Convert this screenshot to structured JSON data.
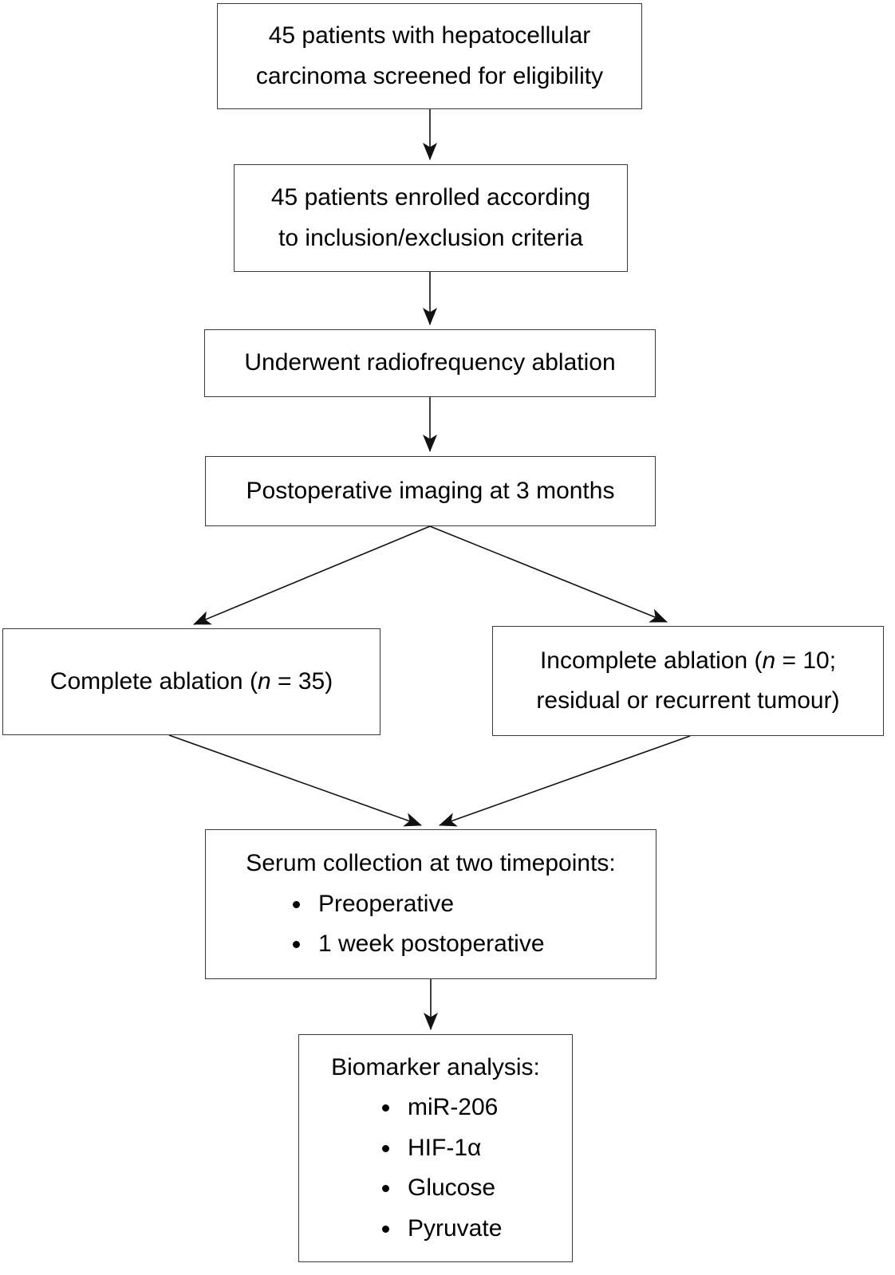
{
  "colors": {
    "background": "#ffffff",
    "box_border": "#3a3a3a",
    "text": "#000000",
    "arrow": "#111111"
  },
  "flowchart": {
    "nodes": {
      "screened": {
        "lines": [
          "45 patients with hepatocellular",
          "carcinoma screened for eligibility"
        ]
      },
      "enrolled": {
        "lines": [
          "45 patients enrolled according",
          "to inclusion/exclusion criteria"
        ]
      },
      "rfa": {
        "text": "Underwent radiofrequency ablation"
      },
      "imaging": {
        "text": "Postoperative imaging at 3 months"
      },
      "complete": {
        "pre": "Complete ablation (",
        "variable": "n",
        "post": " = 35)"
      },
      "incomplete": {
        "line1_pre": "Incomplete ablation (",
        "variable": "n",
        "line1_post": " = 10;",
        "line2": "residual or recurrent tumour)"
      },
      "serum": {
        "heading": "Serum collection at two timepoints:",
        "bullets": [
          "Preoperative",
          "1 week postoperative"
        ]
      },
      "biomarker": {
        "heading": "Biomarker analysis:",
        "bullets": [
          "miR-206",
          "HIF-1α",
          "Glucose",
          "Pyruvate"
        ]
      }
    }
  }
}
